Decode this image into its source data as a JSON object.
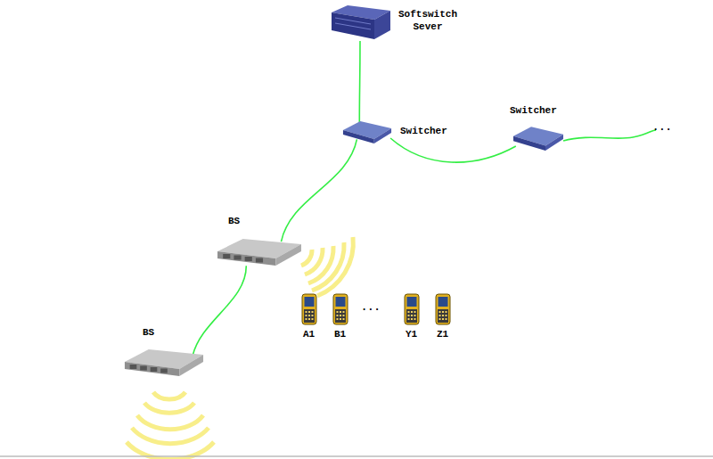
{
  "diagram": {
    "nodes": [
      {
        "text": [
          "Softswitch Sever"
        ]
      },
      {
        "text": [
          "Switcher"
        ]
      },
      {
        "text": [
          "Switcher"
        ]
      },
      {
        "text": [
          "BS"
        ]
      },
      {
        "text": [
          "BS"
        ]
      },
      {
        "text": [
          "A1"
        ]
      },
      {
        "text": [
          "B1"
        ]
      },
      {
        "text": [
          "Y1"
        ]
      },
      {
        "text": [
          "Z1"
        ]
      }
    ],
    "edges": [
      {
        "from": 0,
        "to": 1,
        "arrow": "none"
      },
      {
        "from": 1,
        "to": 2,
        "arrow": "none"
      },
      {
        "from": 1,
        "to": 3,
        "arrow": "none"
      },
      {
        "from": 3,
        "to": 4,
        "arrow": "none"
      }
    ],
    "labels": [
      "...",
      "..."
    ]
  }
}
